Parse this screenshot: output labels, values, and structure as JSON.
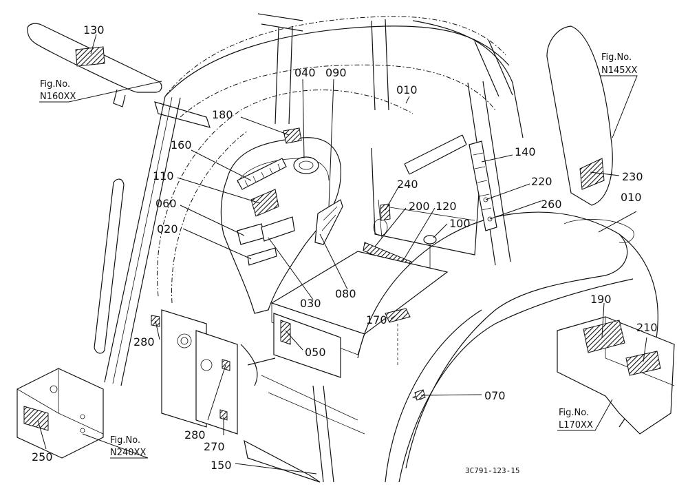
{
  "callouts": {
    "c130": "130",
    "c040": "040",
    "c090": "090",
    "c010a": "010",
    "c180": "180",
    "c160": "160",
    "c140": "140",
    "c230": "230",
    "c110": "110",
    "c240": "240",
    "c220": "220",
    "c060": "060",
    "c200": "200",
    "c120": "120",
    "c260": "260",
    "c010b": "010",
    "c020": "020",
    "c100": "100",
    "c030": "030",
    "c080": "080",
    "c190": "190",
    "c170": "170",
    "c210": "210",
    "c280a": "280",
    "c050": "050",
    "c070": "070",
    "c280b": "280",
    "c270": "270",
    "c250": "250",
    "c150": "150"
  },
  "figrefs": {
    "n160_label": "Fig.No.",
    "n160_code": "N160XX",
    "n145_label": "Fig.No.",
    "n145_code": "N145XX",
    "l170_label": "Fig.No.",
    "l170_code": "L170XX",
    "n240_label": "Fig.No.",
    "n240_code": "N240XX"
  },
  "drawing_code": "3C791-123-15"
}
